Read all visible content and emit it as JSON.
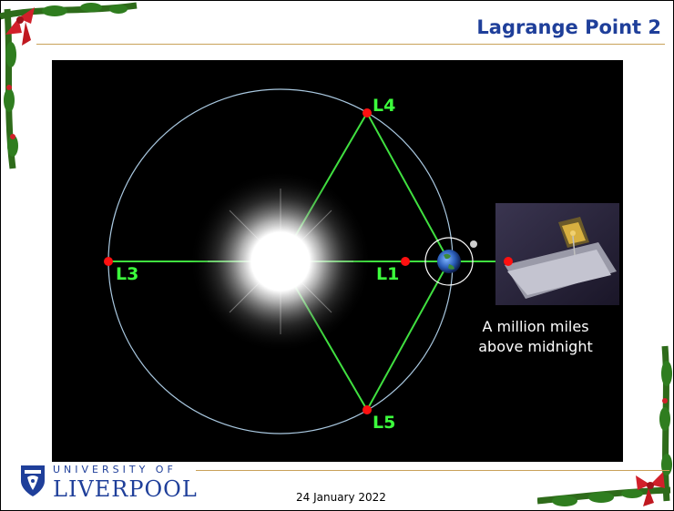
{
  "slide": {
    "title": "Lagrange Point 2",
    "date": "24 January 2022"
  },
  "diagram": {
    "points": {
      "l1": "L1",
      "l3": "L3",
      "l4": "L4",
      "l5": "L5"
    },
    "caption_line1": "A million miles",
    "caption_line2": "above midnight",
    "colors": {
      "background": "#000000",
      "lines": "#40e040",
      "orbit": "#a9c8e0",
      "points": "#ff1010",
      "labels": "#3cff3c"
    }
  },
  "logo": {
    "top_text": "UNIVERSITY OF",
    "main_text": "LIVERPOOL"
  },
  "theme": {
    "title_color": "#1f3f9a",
    "rule_color": "#c9a25a"
  }
}
